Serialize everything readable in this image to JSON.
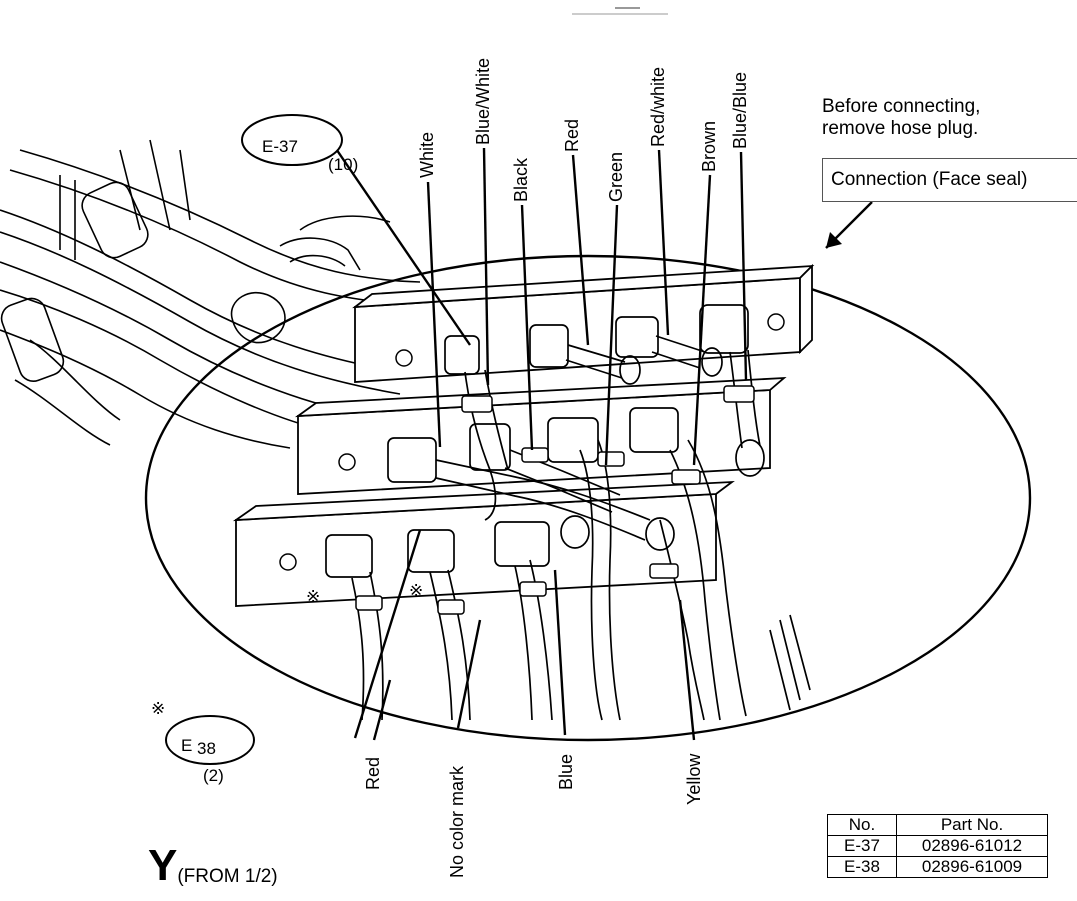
{
  "callouts": {
    "e37": {
      "label": "E-37",
      "qty": "(10)"
    },
    "e38": {
      "label": "E38",
      "prefix": "E",
      "num": "38",
      "qty": "(2)",
      "mark": "※"
    }
  },
  "top_labels": [
    "White",
    "Blue/White",
    "Black",
    "Red",
    "Green",
    "Red/white",
    "Brown",
    "Blue/Blue"
  ],
  "bottom_labels": [
    "Red",
    "No color mark",
    "Blue",
    "Yellow"
  ],
  "marks": {
    "asterisk": "※"
  },
  "note": {
    "line1": "Before connecting,",
    "line2": "remove hose plug."
  },
  "connection_box": "Connection (Face seal)",
  "view": {
    "letter": "Y",
    "from": "(FROM 1/2)"
  },
  "parts_table": {
    "headers": [
      "No.",
      "Part No."
    ],
    "rows": [
      [
        "E-37",
        "02896-61012"
      ],
      [
        "E-38",
        "02896-61009"
      ]
    ]
  }
}
